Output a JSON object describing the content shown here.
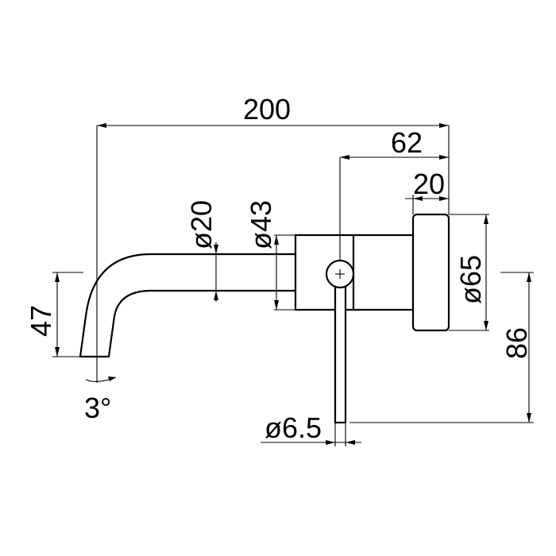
{
  "dimensions": {
    "overall_length": "200",
    "body_depth": "62",
    "flange_depth": "20",
    "spout_diameter": "ø20",
    "body_diameter": "ø43",
    "flange_diameter": "ø65",
    "spout_height": "47",
    "lever_length": "86",
    "lever_diameter": "ø6.5",
    "spout_angle": "3°"
  }
}
